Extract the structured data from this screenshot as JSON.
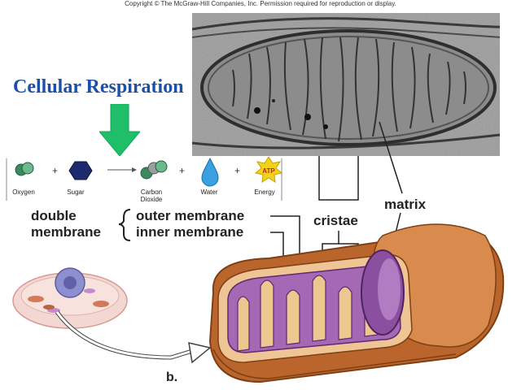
{
  "copyright": "Copyright © The McGraw-Hill Companies, Inc. Permission required for reproduction or display.",
  "title": "Cellular Respiration",
  "equation": {
    "plus": "+",
    "items": [
      {
        "label": "Oxygen",
        "label2": "",
        "icon": "oxygen-molecule-icon"
      },
      {
        "label": "Sugar",
        "label2": "",
        "icon": "sugar-hexagon-icon"
      },
      {
        "label": "Carbon",
        "label2": "Dioxide",
        "icon": "carbon-dioxide-molecule-icon"
      },
      {
        "label": "Water",
        "label2": "",
        "icon": "water-drop-icon"
      },
      {
        "label": "Energy",
        "label2": "",
        "icon": "atp-burst-icon"
      }
    ],
    "atp_text": "ATP"
  },
  "labels": {
    "double": "double",
    "membrane": "membrane",
    "outer_membrane": "outer membrane",
    "inner_membrane": "inner membrane",
    "cristae": "cristae",
    "matrix": "matrix",
    "panel_b": "b."
  },
  "colors": {
    "title": "#1c4fa8",
    "arrow": "#1fbf6a",
    "outer": "#b9652b",
    "inner_purple": "#8a4f9e",
    "sugar": "#1e2a6e",
    "water": "#3aa0e0",
    "atp": "#f2d21b"
  }
}
